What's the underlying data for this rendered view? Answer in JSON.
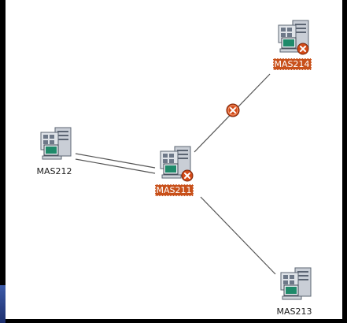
{
  "colors": {
    "background": "#ffffff",
    "frame": "#000000",
    "link": "#555555",
    "alarm_label_bg": "#c8501a",
    "alarm_icon": "#d24a18"
  },
  "nodes": [
    {
      "id": "mas214",
      "label": "MAS214",
      "status": "alarm",
      "icon": "server-workstation-icon"
    },
    {
      "id": "mas212",
      "label": "MAS212",
      "status": "normal",
      "icon": "server-workstation-icon"
    },
    {
      "id": "mas211",
      "label": "MAS211",
      "status": "alarm",
      "icon": "server-workstation-icon"
    },
    {
      "id": "mas213",
      "label": "MAS213",
      "status": "normal",
      "icon": "server-workstation-icon"
    }
  ],
  "links": [
    {
      "from": "mas211",
      "to": "mas214",
      "status": "alarm"
    },
    {
      "from": "mas212",
      "to": "mas211",
      "status": "normal",
      "count": 2
    },
    {
      "from": "mas211",
      "to": "mas213",
      "status": "normal"
    }
  ]
}
